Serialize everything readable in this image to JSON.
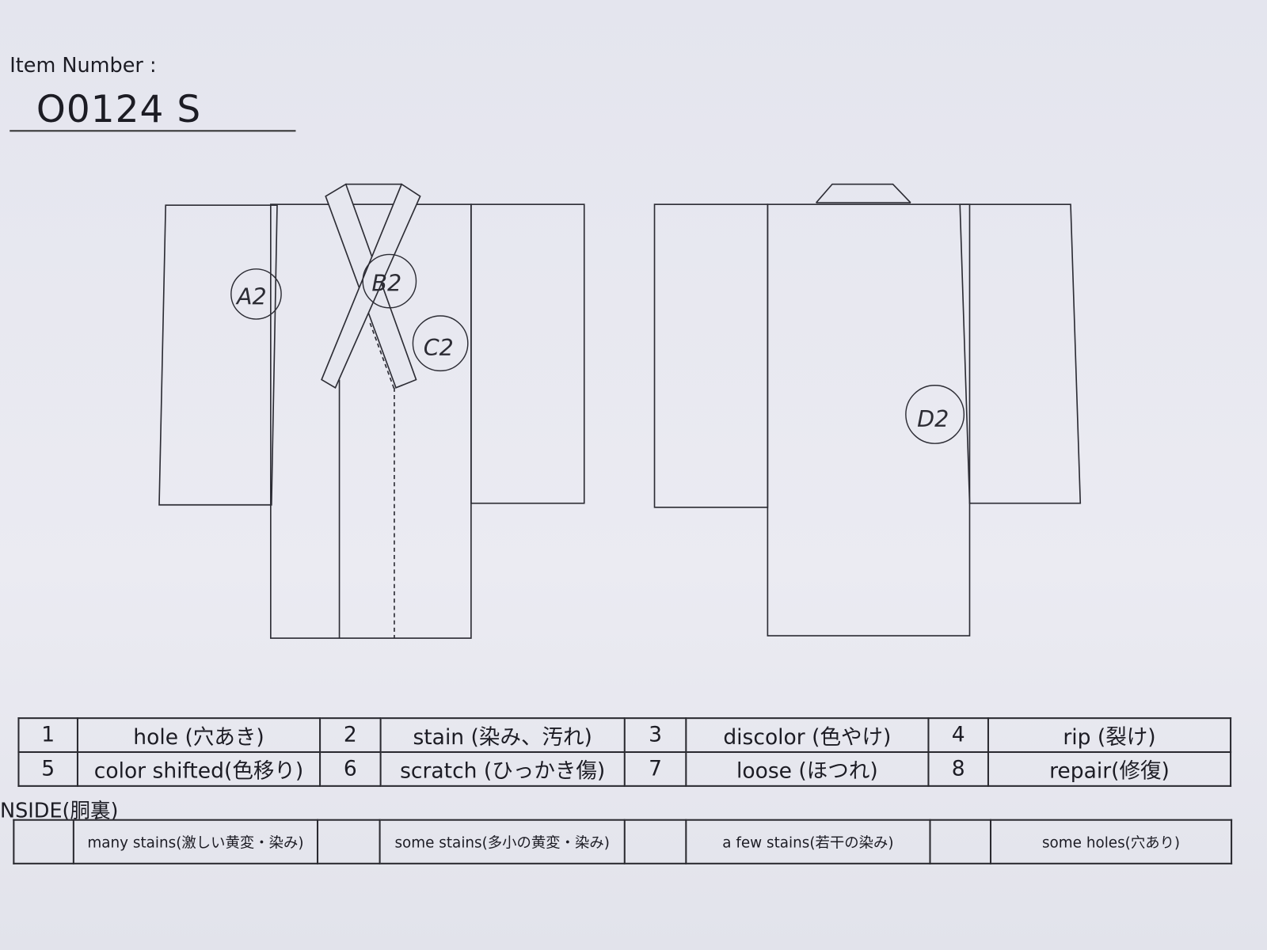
{
  "item": {
    "label": "Item Number :",
    "value": "O0124   S"
  },
  "annotations": {
    "front": [
      "A2",
      "B2",
      "C2"
    ],
    "back": [
      "D2"
    ]
  },
  "legend": [
    [
      {
        "num": "1",
        "text": "hole (穴あき)"
      },
      {
        "num": "2",
        "text": "stain (染み、汚れ)"
      },
      {
        "num": "3",
        "text": "discolor (色やけ)"
      },
      {
        "num": "4",
        "text": "rip (裂け)"
      }
    ],
    [
      {
        "num": "5",
        "text": "color shifted(色移り)"
      },
      {
        "num": "6",
        "text": "scratch (ひっかき傷)"
      },
      {
        "num": "7",
        "text": "loose (ほつれ)"
      },
      {
        "num": "8",
        "text": "repair(修復)"
      }
    ]
  ],
  "inside": {
    "label": "NSIDE(胴裏)",
    "options": [
      "many stains(激しい黄変・染み)",
      "some stains(多小の黄変・染み)",
      "a few stains(若干の染み)",
      "some holes(穴あり)"
    ]
  }
}
